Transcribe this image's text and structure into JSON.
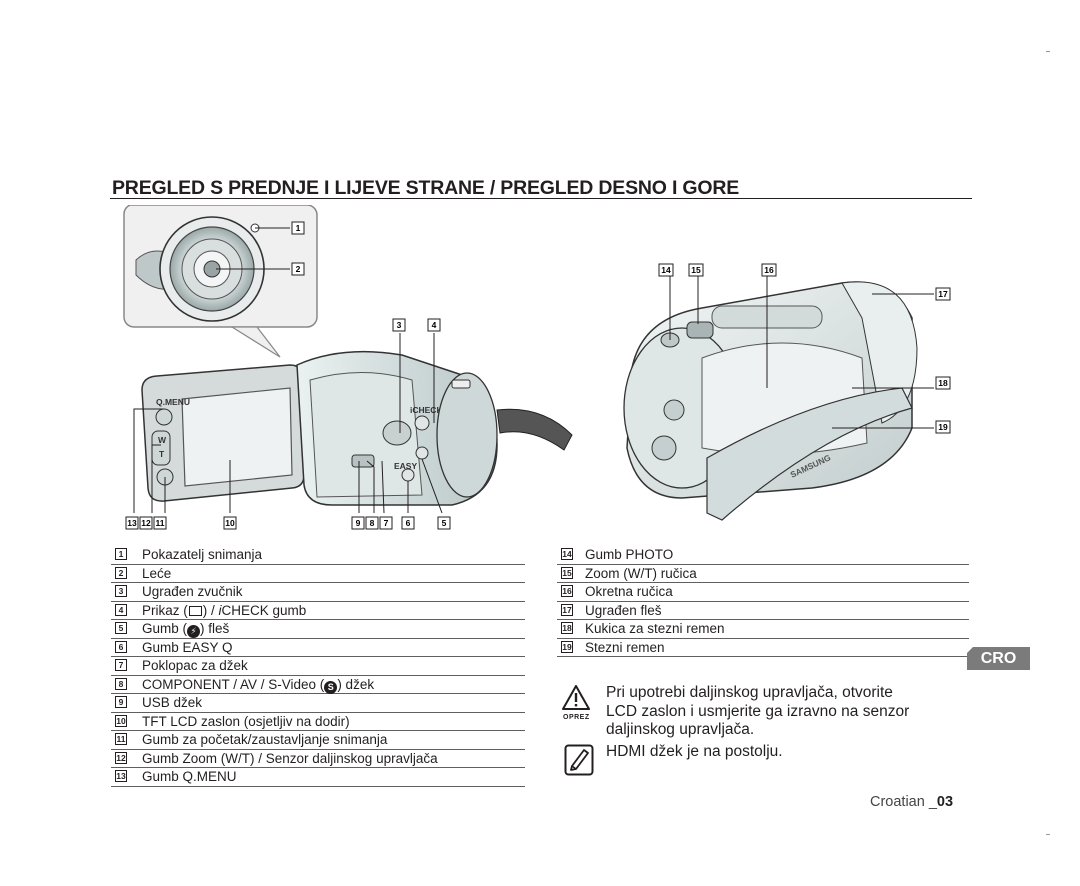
{
  "title": "PREGLED S PREDNJE I LIJEVE STRANE / PREGLED DESNO I GORE",
  "callouts": {
    "c1": "1",
    "c2": "2",
    "c3": "3",
    "c4": "4",
    "c5": "5",
    "c6": "6",
    "c7": "7",
    "c8": "8",
    "c9": "9",
    "c10": "10",
    "c11": "11",
    "c12": "12",
    "c13": "13",
    "c14": "14",
    "c15": "15",
    "c16": "16",
    "c17": "17",
    "c18": "18",
    "c19": "19"
  },
  "camera_labels": {
    "qmenu": "Q.MENU",
    "w": "W",
    "t": "T",
    "icheck": "iCHECK",
    "easy": "EASY",
    "samsung": "SAMSUNG"
  },
  "legend_left": [
    {
      "num": "1",
      "text": "Pokazatelj snimanja"
    },
    {
      "num": "2",
      "text": "Leće"
    },
    {
      "num": "3",
      "text": "Ugrađen zvučnik"
    },
    {
      "num": "4",
      "pre": "Prikaz (",
      "post": ") / ",
      "italic": "i",
      "rest": "CHECK gumb"
    },
    {
      "num": "5",
      "pre": "Gumb (",
      "post": ") fleš"
    },
    {
      "num": "6",
      "text": "Gumb EASY Q"
    },
    {
      "num": "7",
      "text": "Poklopac za džek"
    },
    {
      "num": "8",
      "pre": "COMPONENT / AV / S-Video (",
      "icon": "S",
      "post": ") džek"
    },
    {
      "num": "9",
      "text": "USB džek"
    },
    {
      "num": "10",
      "text": "TFT LCD zaslon (osjetljiv na dodir)"
    },
    {
      "num": "11",
      "text": "Gumb za početak/zaustavljanje snimanja"
    },
    {
      "num": "12",
      "text": "Gumb Zoom (W/T) / Senzor daljinskog upravljača"
    },
    {
      "num": "13",
      "text": "Gumb Q.MENU"
    }
  ],
  "legend_right": [
    {
      "num": "14",
      "text": "Gumb PHOTO"
    },
    {
      "num": "15",
      "text": "Zoom (W/T) ručica"
    },
    {
      "num": "16",
      "text": "Okretna ručica"
    },
    {
      "num": "17",
      "text": "Ugrađen fleš"
    },
    {
      "num": "18",
      "text": "Kukica za stezni remen"
    },
    {
      "num": "19",
      "text": "Stezni remen"
    }
  ],
  "language_badge": "CRO",
  "caution": {
    "label": "OPREZ",
    "lines": [
      "Pri upotrebi daljinskog upravljača, otvorite",
      "LCD zaslon i usmjerite ga izravno na senzor",
      "daljinskog upravljača."
    ]
  },
  "note": {
    "text": "HDMI džek je na postolju."
  },
  "footer": {
    "language": "Croatian _",
    "page": "03"
  }
}
